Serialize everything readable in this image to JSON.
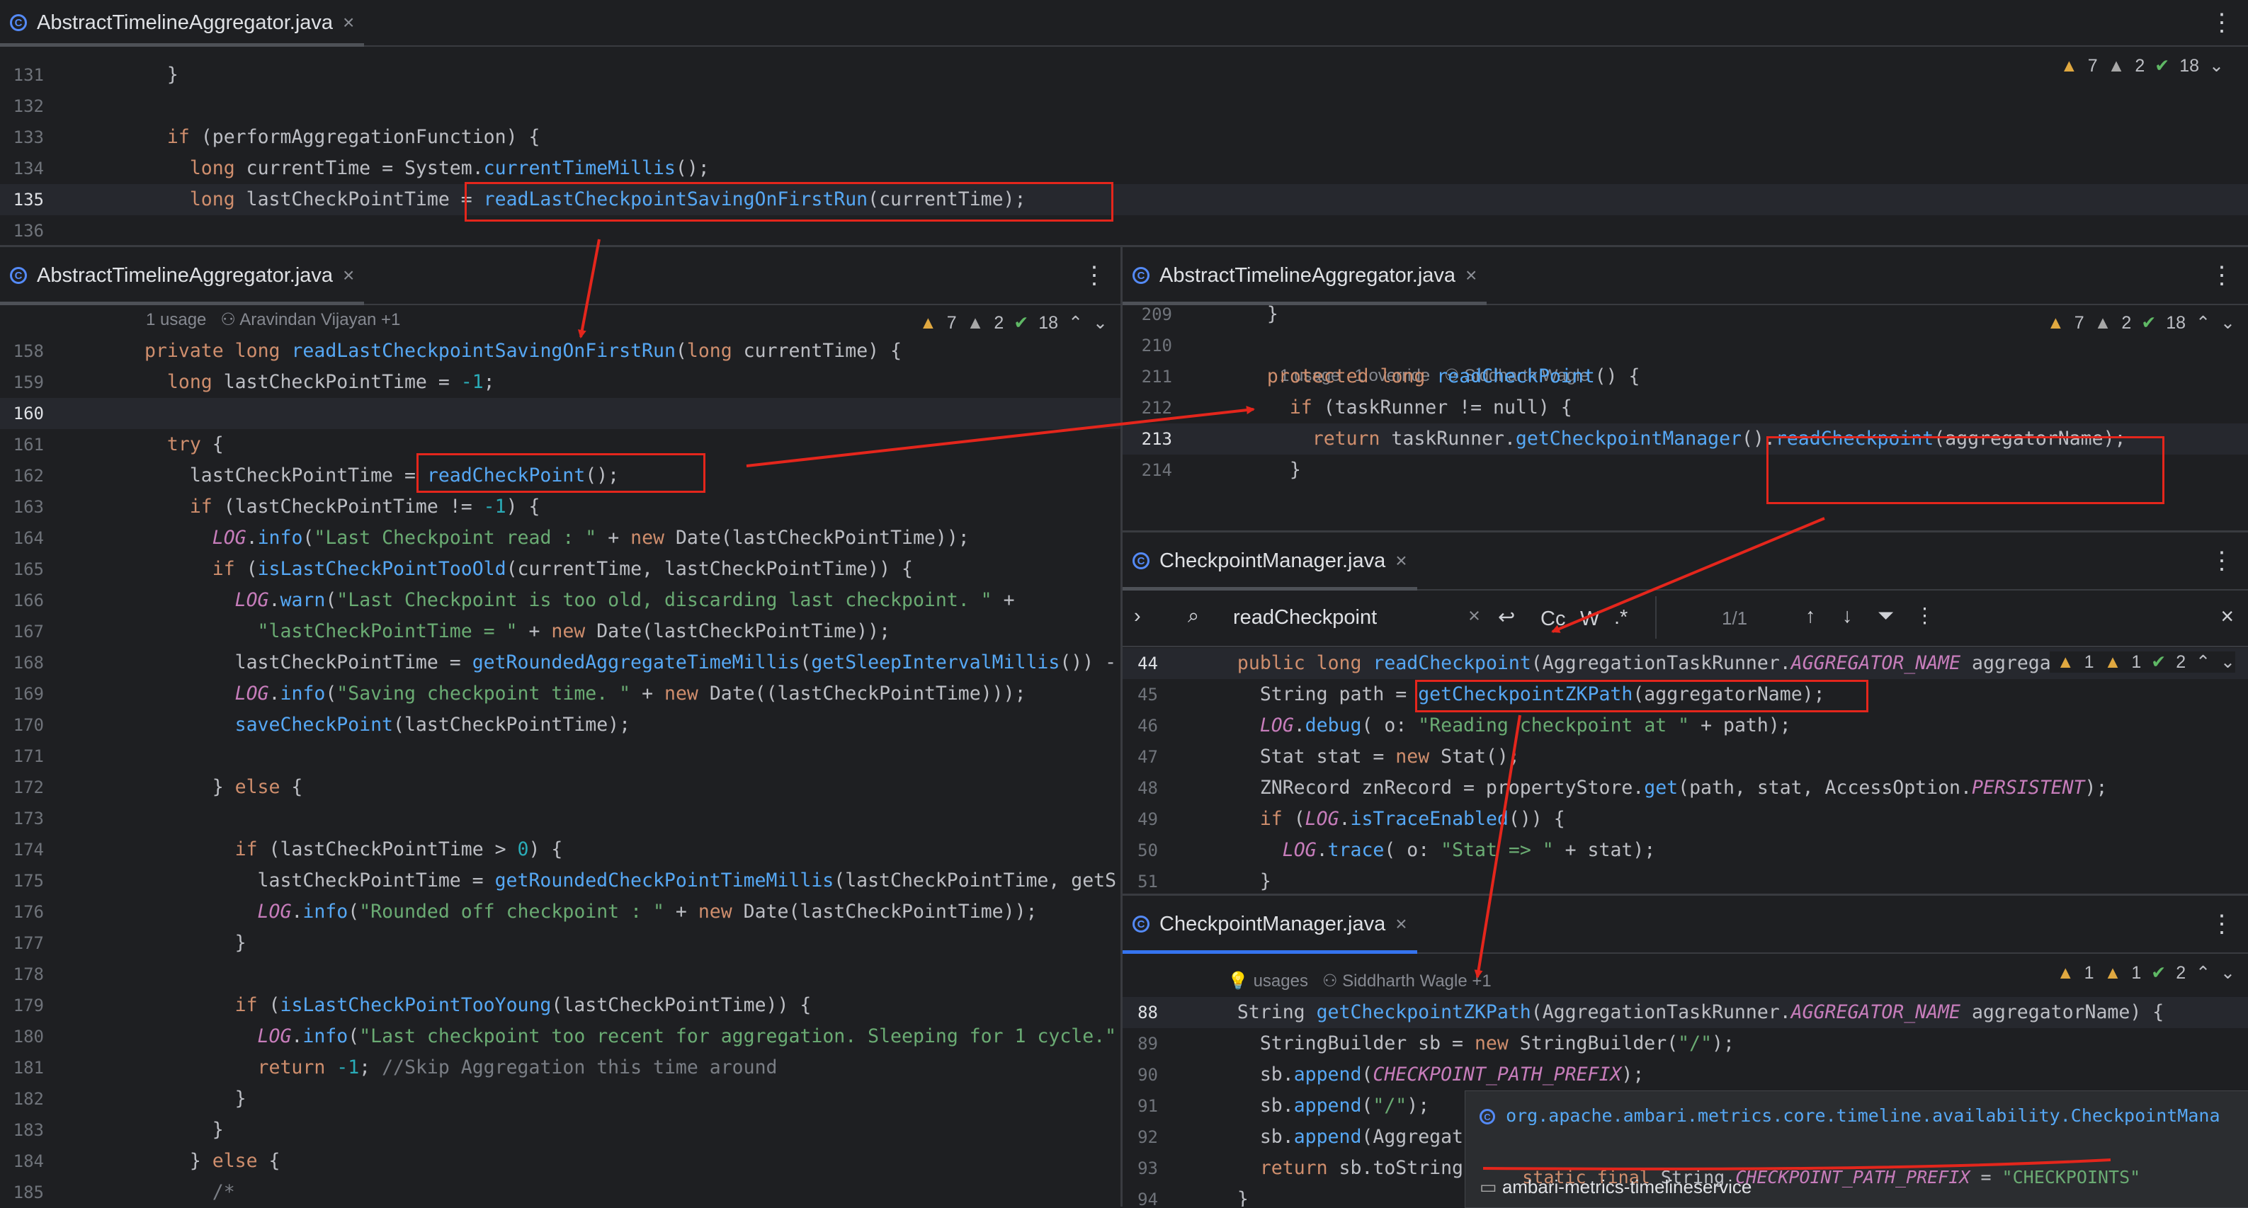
{
  "top_pane": {
    "tab": "AbstractTimelineAggregator.java",
    "badges": {
      "warnings": "7",
      "weak": "2",
      "ok": "18"
    },
    "lines": [
      {
        "n": "131",
        "t": "  }"
      },
      {
        "n": "132",
        "t": ""
      },
      {
        "n": "133",
        "t": "  if (performAggregationFunction) {"
      },
      {
        "n": "134",
        "t": "    long currentTime = System.currentTimeMillis();"
      },
      {
        "n": "135",
        "t": "    long lastCheckPointTime = readLastCheckpointSavingOnFirstRun(currentTime);"
      },
      {
        "n": "136",
        "t": ""
      }
    ]
  },
  "left_pane": {
    "tab": "AbstractTimelineAggregator.java",
    "hint_usage": "1 usage",
    "hint_author": "Aravindan Vijayan +1",
    "badges": {
      "warnings": "7",
      "weak": "2",
      "ok": "18"
    },
    "lines": [
      {
        "n": "158",
        "t": "private long readLastCheckpointSavingOnFirstRun(long currentTime) {"
      },
      {
        "n": "159",
        "t": "  long lastCheckPointTime = -1;"
      },
      {
        "n": "160",
        "t": ""
      },
      {
        "n": "161",
        "t": "  try {"
      },
      {
        "n": "162",
        "t": "    lastCheckPointTime = readCheckPoint();"
      },
      {
        "n": "163",
        "t": "    if (lastCheckPointTime != -1) {"
      },
      {
        "n": "164",
        "t": "      LOG.info(\"Last Checkpoint read : \" + new Date(lastCheckPointTime));"
      },
      {
        "n": "165",
        "t": "      if (isLastCheckPointTooOld(currentTime, lastCheckPointTime)) {"
      },
      {
        "n": "166",
        "t": "        LOG.warn(\"Last Checkpoint is too old, discarding last checkpoint. \" +"
      },
      {
        "n": "167",
        "t": "          \"lastCheckPointTime = \" + new Date(lastCheckPointTime));"
      },
      {
        "n": "168",
        "t": "        lastCheckPointTime = getRoundedAggregateTimeMillis(getSleepIntervalMillis()) -"
      },
      {
        "n": "169",
        "t": "        LOG.info(\"Saving checkpoint time. \" + new Date((lastCheckPointTime)));"
      },
      {
        "n": "170",
        "t": "        saveCheckPoint(lastCheckPointTime);"
      },
      {
        "n": "171",
        "t": ""
      },
      {
        "n": "172",
        "t": "      } else {"
      },
      {
        "n": "173",
        "t": ""
      },
      {
        "n": "174",
        "t": "        if (lastCheckPointTime > 0) {"
      },
      {
        "n": "175",
        "t": "          lastCheckPointTime = getRoundedCheckPointTimeMillis(lastCheckPointTime, getS"
      },
      {
        "n": "176",
        "t": "          LOG.info(\"Rounded off checkpoint : \" + new Date(lastCheckPointTime));"
      },
      {
        "n": "177",
        "t": "        }"
      },
      {
        "n": "178",
        "t": ""
      },
      {
        "n": "179",
        "t": "        if (isLastCheckPointTooYoung(lastCheckPointTime)) {"
      },
      {
        "n": "180",
        "t": "          LOG.info(\"Last checkpoint too recent for aggregation. Sleeping for 1 cycle.\""
      },
      {
        "n": "181",
        "t": "          return -1; //Skip Aggregation this time around"
      },
      {
        "n": "182",
        "t": "        }"
      },
      {
        "n": "183",
        "t": "      }"
      },
      {
        "n": "184",
        "t": "    } else {"
      },
      {
        "n": "185",
        "t": "      /*"
      }
    ]
  },
  "right_top_pane": {
    "tab": "AbstractTimelineAggregator.java",
    "hint_usage": "1 usage",
    "hint_override": "1 override",
    "hint_author": "Siddharth Wagle",
    "badges": {
      "warnings": "7",
      "weak": "2",
      "ok": "18"
    },
    "lines": [
      {
        "n": "209",
        "t": "  }"
      },
      {
        "n": "210",
        "t": ""
      },
      {
        "n": "211",
        "t": "  protected long readCheckPoint() {"
      },
      {
        "n": "212",
        "t": "    if (taskRunner != null) {"
      },
      {
        "n": "213",
        "t": "      return taskRunner.getCheckpointManager().readCheckpoint(aggregatorName);"
      },
      {
        "n": "214",
        "t": "    }"
      }
    ]
  },
  "right_mid_pane": {
    "tab": "CheckpointManager.java",
    "search_value": "readCheckpoint",
    "match_count": "1/1",
    "opt_case": "Cc",
    "opt_word": "W",
    "opt_regex": ".*",
    "badges": {
      "warnings": "1",
      "weak": "1",
      "ok": "2"
    },
    "lines": [
      {
        "n": "44",
        "t": "  public long readCheckpoint(AggregationTaskRunner.AGGREGATOR_NAME aggrega"
      },
      {
        "n": "45",
        "t": "    String path = getCheckpointZKPath(aggregatorName);"
      },
      {
        "n": "46",
        "t": "    LOG.debug( o: \"Reading checkpoint at \" + path);"
      },
      {
        "n": "47",
        "t": "    Stat stat = new Stat();"
      },
      {
        "n": "48",
        "t": "    ZNRecord znRecord = propertyStore.get(path, stat, AccessOption.PERSISTENT);"
      },
      {
        "n": "49",
        "t": "    if (LOG.isTraceEnabled()) {"
      },
      {
        "n": "50",
        "t": "      LOG.trace( o: \"Stat => \" + stat);"
      },
      {
        "n": "51",
        "t": "    }"
      }
    ]
  },
  "right_bottom_pane": {
    "tab": "CheckpointManager.java",
    "hint_usage": "usages",
    "hint_author": "Siddharth Wagle +1",
    "badges": {
      "warnings": "1",
      "weak": "1",
      "ok": "2"
    },
    "lines": [
      {
        "n": "88",
        "t": "  String getCheckpointZKPath(AggregationTaskRunner.AGGREGATOR_NAME aggregatorName) {"
      },
      {
        "n": "89",
        "t": "    StringBuilder sb = new StringBuilder(\"/\");"
      },
      {
        "n": "90",
        "t": "    sb.append(CHECKPOINT_PATH_PREFIX);"
      },
      {
        "n": "91",
        "t": "    sb.append(\"/\");"
      },
      {
        "n": "92",
        "t": "    sb.append(Aggregat"
      },
      {
        "n": "93",
        "t": "    return sb.toString"
      },
      {
        "n": "94",
        "t": "  }"
      }
    ]
  },
  "popup": {
    "class_path": "org.apache.ambari.metrics.core.timeline.availability.CheckpointMana",
    "declaration_mod": "static final ",
    "declaration_type": "String ",
    "declaration_name": "CHECKPOINT_PATH_PREFIX",
    "declaration_eq": " = ",
    "declaration_value": "\"CHECKPOINTS\"",
    "module": "ambari-metrics-timelineservice"
  },
  "colors": {
    "accent": "#3574f0",
    "annotation": "#e4261c",
    "keyword": "#cf8e6d",
    "method": "#56a8f5",
    "string": "#6aab73"
  }
}
